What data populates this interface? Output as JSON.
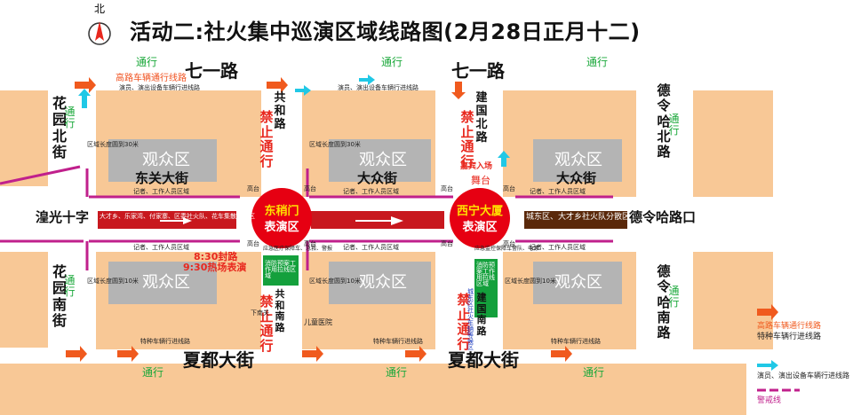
{
  "title": "活动二:社火集中巡演区域线路图(2月28日正月十二)",
  "compass": {
    "label": "北"
  },
  "roads": {
    "qiyi_left": "七一路",
    "qiyi_right": "七一路",
    "dongguan": "东关大街",
    "dazhong_mid": "大众街",
    "dazhong_right": "大众街",
    "xiadu_left": "夏都大街",
    "xiadu_right": "夏都大街",
    "huangguang": "湟光十字",
    "delinghakou": "德令哈路口",
    "huayuan_north": "花园北街",
    "huayuan_south": "花园南街",
    "gonghe": "共和路",
    "gonghe_south": "共和南路",
    "jianguo_north": "建国北路",
    "jianguo_south": "建国南路",
    "delingha_north": "德令哈北路",
    "delingha_south": "德令哈南路"
  },
  "traffic": {
    "open": "通行",
    "no_pass": "禁止通行",
    "high_road": "高路车辆通行线路",
    "actor_route": "演员、演出设备车辆行进线路",
    "special_route": "特种车辆行进线路",
    "vip_entry": "嘉宾入场",
    "stage": "舞台",
    "seat": "高台",
    "reporter": "记者、工作人员区域",
    "fence": "区域长度圆到30米",
    "fence_short": "区域长度圆到10米"
  },
  "audience": "观众区",
  "stages": {
    "dongshaomen": {
      "name": "东稍门",
      "sub": "表演区"
    },
    "xining": {
      "name": "西宁大厦",
      "sub": "表演区"
    }
  },
  "notes": {
    "groups": "大才乡、乐家湾、付家寨、区委社火队、花车集散行进区",
    "chengdong": "城东区、大才乡社火队分散区",
    "closure_1": "8:30封路",
    "closure_2": "9:30热场表演",
    "medical": "儿童医院",
    "xiananguan": "下南关",
    "emergency": "应急医疗保障车、急救、警报",
    "emergency2": "应急监控保障车警队、电源",
    "work_area": "消防预案工作用拉线区域",
    "chengdong_car": "城东区社火车辆等候区"
  },
  "legend": {
    "high_road": "高路车辆通行线路",
    "special": "特种车辆行进线路",
    "actor": "演员、演出设备车辆行进线路",
    "police": "警戒线"
  },
  "colors": {
    "block": "#f8c896",
    "road": "#ffffff",
    "audience": "#b4b4b4",
    "stage": "#e60012",
    "route": "#c8181e",
    "arrow_orange": "#f05a1e",
    "arrow_cyan": "#20c8e6",
    "police_line": "#c0208c",
    "work_area": "#14a03c",
    "dispersal": "#5a280a",
    "text_green": "#1aa83a"
  }
}
